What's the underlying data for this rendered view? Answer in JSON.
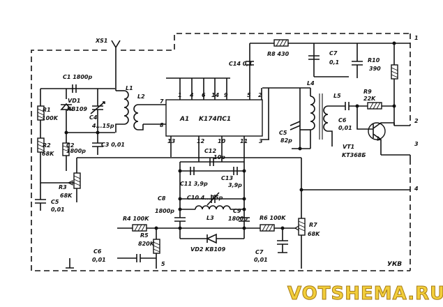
{
  "labels": {
    "connector": "XS1",
    "chip_name": "A1",
    "chip_type": "K174ПС1",
    "corner": "УКВ",
    "watermark": "VOTSHEMA.RU"
  },
  "components": {
    "c1": "C1 1800p",
    "vd1": "VD1",
    "vd1_type": "KB109",
    "r1": "R1",
    "r1_val": "100K",
    "c4": "C4",
    "c4_val": "4...15p",
    "c2": "C2",
    "c2_val": "1800p",
    "c3": "C3 0,01",
    "r2": "R2",
    "r2_val": "68K",
    "r3": "R3",
    "r3_val": "68K",
    "c5l": "C5",
    "c5l_val": "0,01",
    "l1": "L1",
    "l2": "L2",
    "l3": "L3",
    "l4": "L4",
    "l5": "L5",
    "c14": "C14 0,1",
    "r8": "R8 430",
    "c7t": "C7",
    "c7t_val": "0,1",
    "r10": "R10",
    "r10_val": "390",
    "r9": "R9",
    "r9_val": "22K",
    "c6r": "C6",
    "c6r_val": "0,01",
    "vt1": "VT1",
    "vt1_type": "KT368Б",
    "c5r": "C5",
    "c5r_val": "82p",
    "c12": "C12",
    "c12_val": "10p",
    "c11": "C11 3,9p",
    "c13": "C13",
    "c13_val": "3,9p",
    "c10": "C10 4...15p",
    "c8": "C8",
    "c8_val": "1800p",
    "c9": "C9",
    "c9_val": "1800p",
    "r4": "R4 100K",
    "r5": "R5",
    "r5_val": "820K",
    "r6": "R6 100K",
    "r7": "R7",
    "r7_val": "68K",
    "vd2": "VD2 KB109",
    "c6b": "C6",
    "c6b_val": "0,01",
    "c7b": "C7",
    "c7b_val": "0,01"
  },
  "pins": {
    "p1": "1",
    "p4": "4",
    "p6": "6",
    "p14": "14",
    "p9": "9",
    "p5": "5",
    "p2": "2",
    "p7": "7",
    "p8": "8",
    "p13": "13",
    "p12": "12",
    "p10": "10",
    "p11": "11",
    "p3": "3"
  },
  "terminals": {
    "t1": "1",
    "t2": "2",
    "t3": "3",
    "t4": "4",
    "t5": "5"
  }
}
